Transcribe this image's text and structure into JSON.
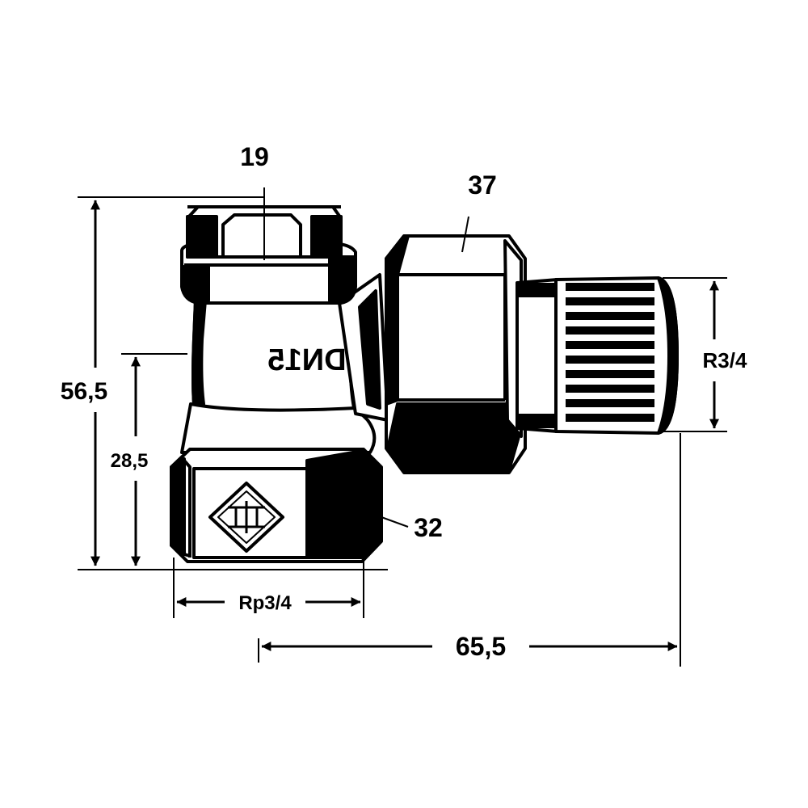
{
  "labels": {
    "hex_top": "19",
    "hex_union": "37",
    "hex_bottom": "32",
    "height_total": "56,5",
    "height_inlet": "28,5",
    "thread_outlet": "R3/4",
    "thread_inlet": "Rp3/4",
    "length_total": "65,5",
    "body_marking": "DN15"
  }
}
